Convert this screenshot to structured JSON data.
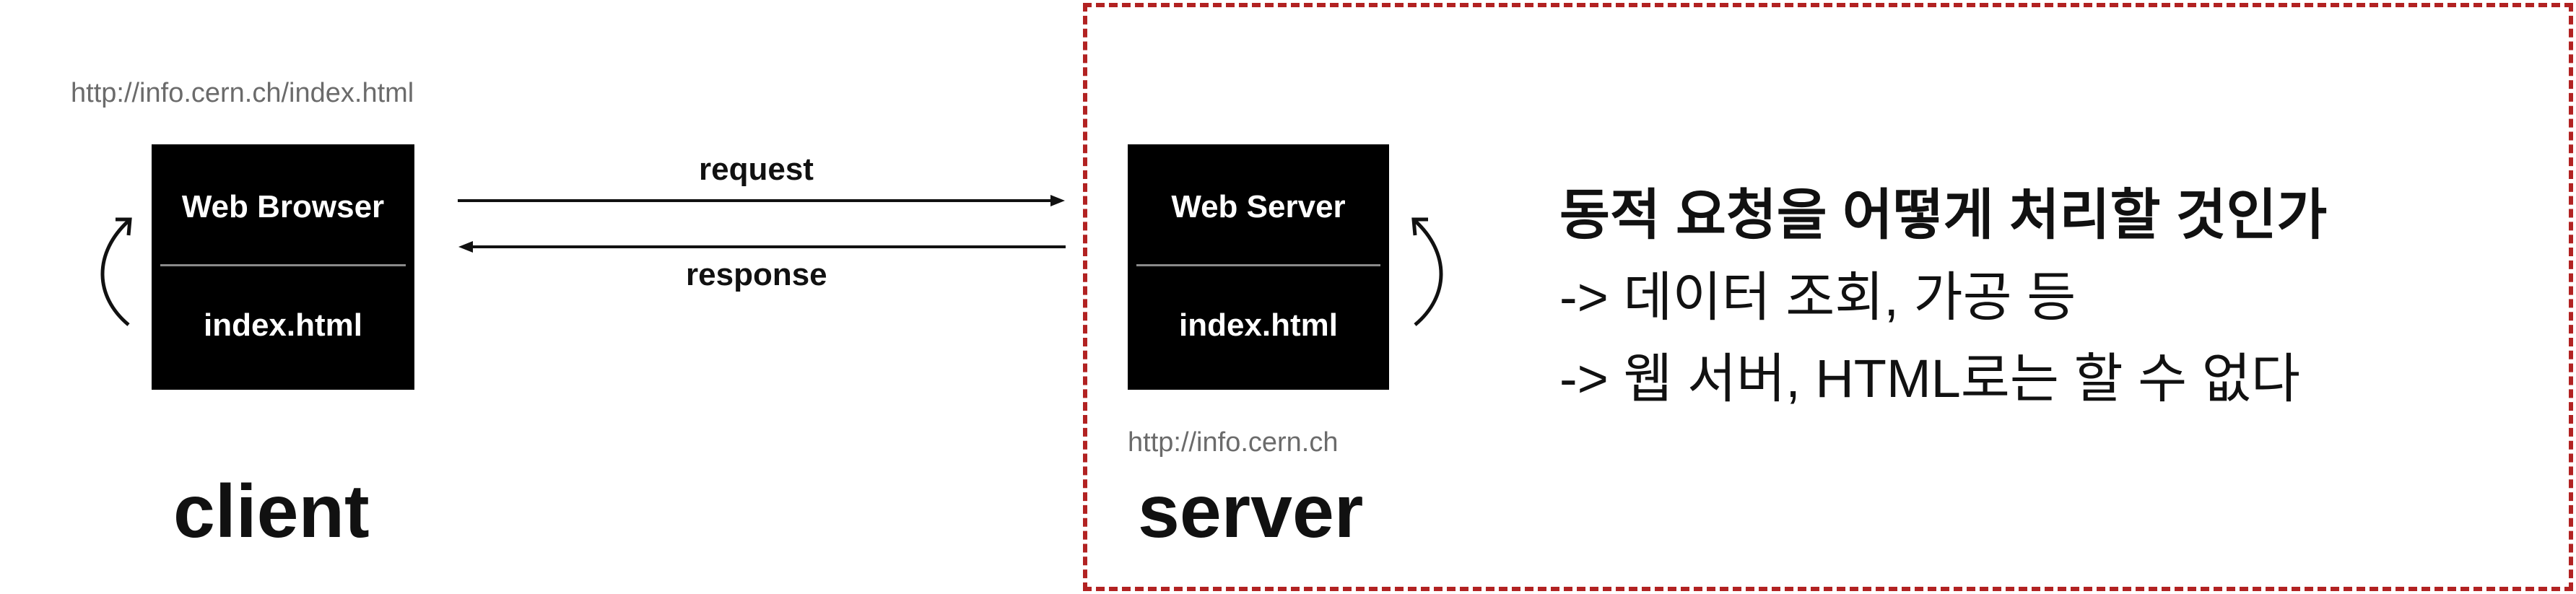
{
  "client": {
    "url": "http://info.cern.ch/index.html",
    "box_title": "Web Browser",
    "box_file": "index.html",
    "label": "client"
  },
  "server": {
    "url": "http://info.cern.ch",
    "box_title": "Web Server",
    "box_file": "index.html",
    "label": "server"
  },
  "arrows": {
    "request": "request",
    "response": "response"
  },
  "note": {
    "title": "동적 요청을 어떻게 처리할 것인가",
    "lines": [
      "-> 데이터 조회, 가공 등",
      "-> 웹 서버, HTML로는 할 수 없다"
    ]
  },
  "colors": {
    "frame": "#b22222",
    "box": "#000000",
    "url_text": "#6b6b6b"
  }
}
